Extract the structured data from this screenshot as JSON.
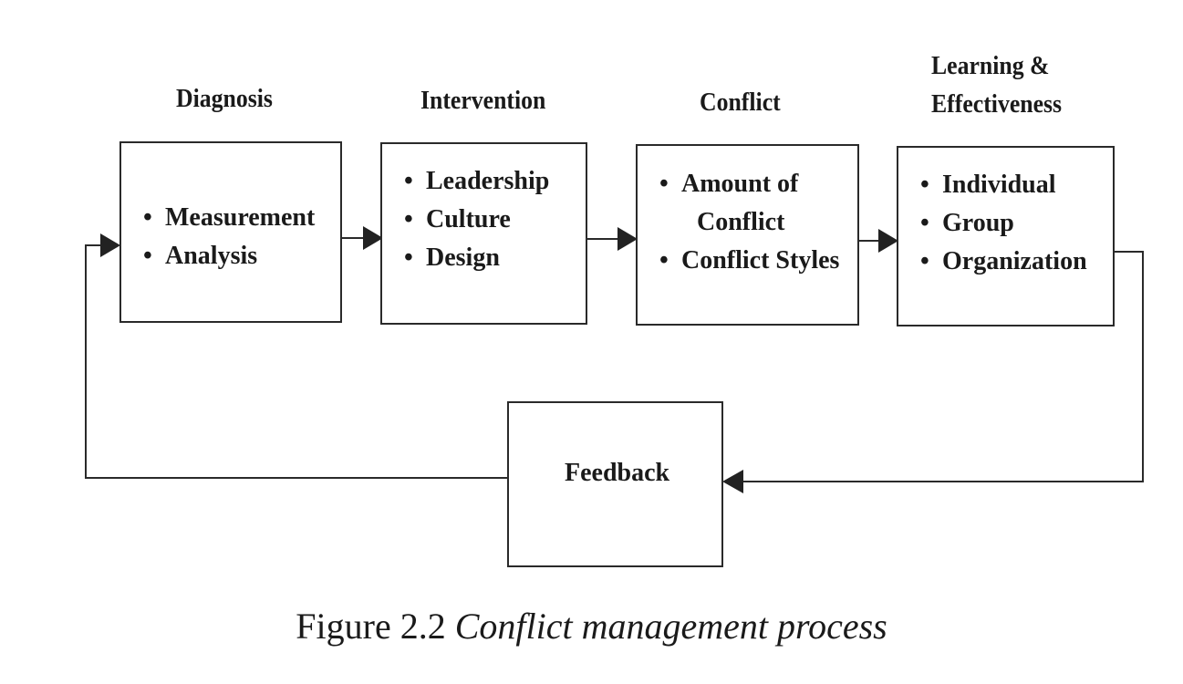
{
  "stages": [
    {
      "title": "Diagnosis",
      "items": [
        "Measurement",
        "Analysis"
      ]
    },
    {
      "title": "Intervention",
      "items": [
        "Leadership",
        "Culture",
        "Design"
      ]
    },
    {
      "title_line1": "Conflict",
      "items": [
        "Amount of",
        "Conflict",
        "Conflict Styles"
      ]
    },
    {
      "title_line1": "Learning &",
      "title_line2": "Effectiveness",
      "items": [
        "Individual",
        "Group",
        "Organization"
      ]
    }
  ],
  "feedback": {
    "label": "Feedback"
  },
  "caption": {
    "prefix": "Figure 2.2",
    "title": "Conflict management process"
  },
  "colors": {
    "line": "#2a2a2a",
    "text": "#1a1a1a",
    "background": "#ffffff"
  }
}
